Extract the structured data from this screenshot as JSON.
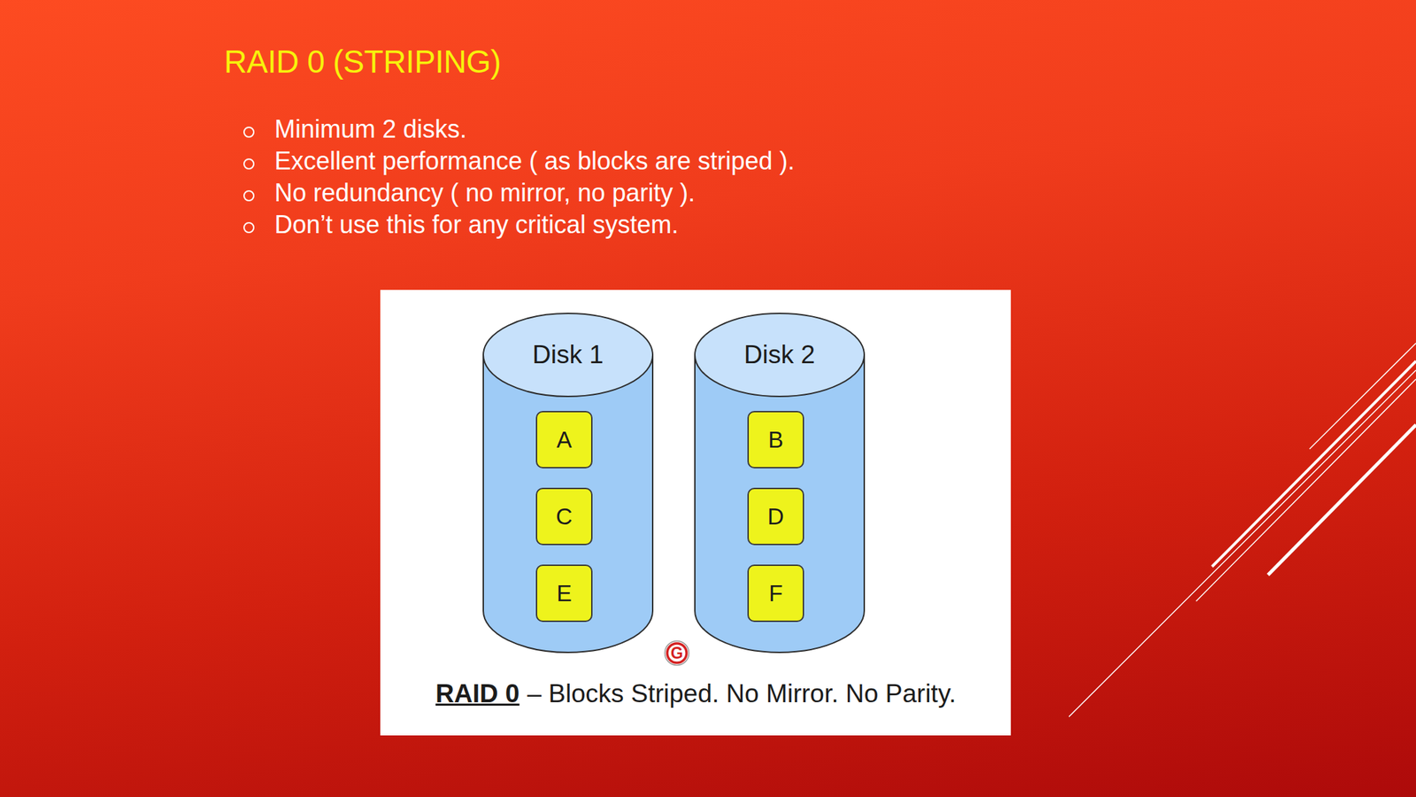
{
  "diagram": {
    "title": "RAID 0 (STRIPING)",
    "nodes": [
      {
        "text": [
          "Disk 1"
        ]
      },
      {
        "text": [
          "Disk 2"
        ]
      },
      {
        "text": [
          "A"
        ],
        "in": 0
      },
      {
        "text": [
          "B"
        ],
        "in": 1
      },
      {
        "text": [
          "C"
        ],
        "in": 0
      },
      {
        "text": [
          "D"
        ],
        "in": 1
      },
      {
        "text": [
          "E"
        ],
        "in": 0
      },
      {
        "text": [
          "F"
        ],
        "in": 1
      }
    ],
    "labels": [
      "Minimum 2 disks.",
      "Excellent performance ( as blocks are striped ).",
      "No redundancy ( no mirror, no parity ).",
      "Don’t use this for any critical system.",
      "G",
      "RAID 0",
      "– Blocks Striped. No Mirror. No Parity."
    ]
  }
}
